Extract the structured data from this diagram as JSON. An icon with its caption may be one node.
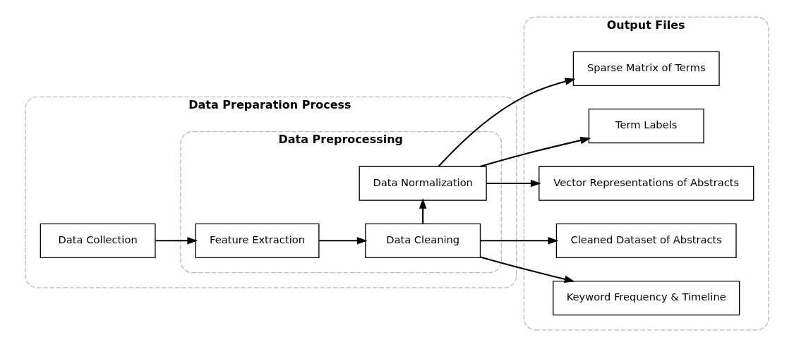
{
  "diagram": {
    "nodes": [
      {
        "text": [
          "Data Preparation Process"
        ]
      },
      {
        "text": [
          "Data Collection"
        ],
        "in": 0
      },
      {
        "text": [
          "Data Preprocessing"
        ],
        "in": 0
      },
      {
        "text": [
          "Feature Extraction"
        ],
        "in": 2
      },
      {
        "text": [
          "Data Cleaning"
        ],
        "in": 2
      },
      {
        "text": [
          "Data Normalization"
        ],
        "in": 2
      },
      {
        "text": [
          "Output Files"
        ]
      },
      {
        "text": [
          "Cleaned Dataset of Abstracts"
        ],
        "in": 6
      },
      {
        "text": [
          "Keyword Frequency & Timeline"
        ],
        "in": 6
      },
      {
        "text": [
          "Vector Representations of Abstracts"
        ],
        "in": 6
      },
      {
        "text": [
          "Sparse Matrix of Terms"
        ],
        "in": 6
      },
      {
        "text": [
          "Term Labels"
        ],
        "in": 6
      }
    ],
    "edges": [
      {
        "from": 1,
        "to": 3,
        "arrow": "to"
      },
      {
        "from": 3,
        "to": 4,
        "arrow": "to"
      },
      {
        "from": 4,
        "to": 5,
        "arrow": "to"
      },
      {
        "from": 4,
        "to": 7,
        "arrow": "to"
      },
      {
        "from": 4,
        "to": 8,
        "arrow": "to"
      },
      {
        "from": 5,
        "to": 9,
        "arrow": "to"
      },
      {
        "from": 5,
        "to": 10,
        "arrow": "to"
      },
      {
        "from": 5,
        "to": 11,
        "arrow": "to"
      }
    ]
  }
}
